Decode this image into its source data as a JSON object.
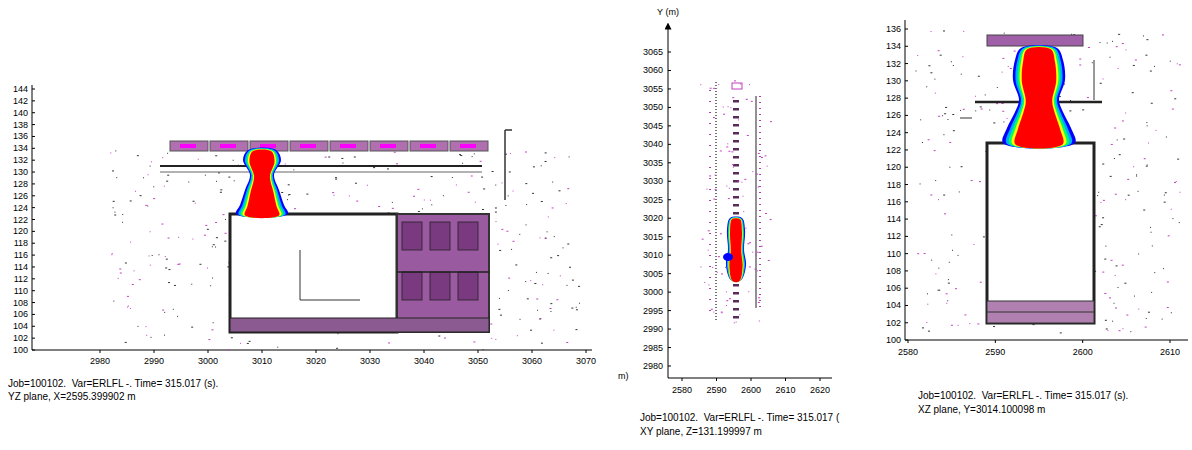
{
  "diagram": {
    "labels": [
      "144",
      "142",
      "140",
      "138",
      "136",
      "134",
      "132",
      "130",
      "128",
      "126",
      "124",
      "122",
      "120",
      "118",
      "116",
      "114",
      "112",
      "110",
      "108",
      "106",
      "104",
      "102",
      "100",
      "2980",
      "2990",
      "3000",
      "3010",
      "3020",
      "3030",
      "3040",
      "3050",
      "3060",
      "3070",
      "Job=100102.  Var=ERLFL -. Time= 315.017 (s).",
      "YZ plane, X=2595.399902 m",
      "Y (m)",
      "3065",
      "3060",
      "3055",
      "3050",
      "3045",
      "3040",
      "3035",
      "3030",
      "3025",
      "3020",
      "3015",
      "3010",
      "3005",
      "3000",
      "2995",
      "2990",
      "2985",
      "2980",
      "m)",
      "2580",
      "2590",
      "2600",
      "2610",
      "2620",
      "Job=100102.  Var=ERLFL -. Time= 315.017 (",
      "XY plane, Z=131.199997 m",
      "136",
      "134",
      "132",
      "130",
      "128",
      "126",
      "124",
      "122",
      "120",
      "118",
      "116",
      "114",
      "112",
      "110",
      "108",
      "106",
      "104",
      "102",
      "100",
      "2580",
      "2590",
      "2600",
      "2610",
      "Job=100102.  Var=ERLFL -. Time= 315.017 (s).",
      "XZ plane, Y=3014.100098 m"
    ]
  }
}
